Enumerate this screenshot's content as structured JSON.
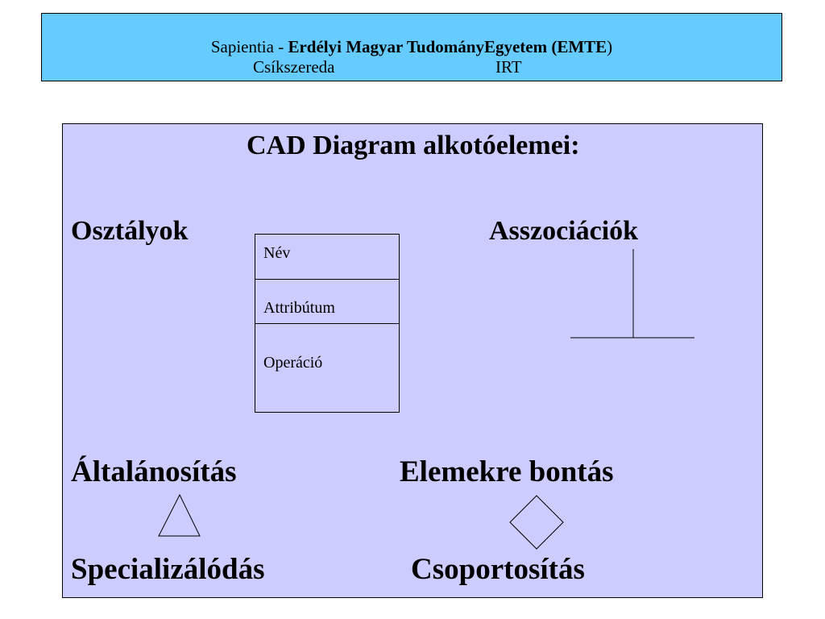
{
  "header": {
    "prefix": "Sapientia - ",
    "university": "Erdélyi Magyar TudományEgyetem  (EMTE",
    "suffix": ")",
    "city": "Csíkszereda",
    "department": "IRT"
  },
  "panel": {
    "title": "CAD Diagram alkotóelemei:",
    "classes_label": "Osztályok",
    "associations_label": "Asszociációk",
    "class_box": {
      "name": "Név",
      "attribute": "Attribútum",
      "operation": "Operáció"
    },
    "generalization_label": "Általánosítás",
    "decomposition_label": "Elemekre bontás",
    "specialization_label": "Specializálódás",
    "grouping_label": "Csoportosítás"
  },
  "colors": {
    "header_bg": "#66ccff",
    "panel_bg": "#ccccff",
    "border": "#000000"
  }
}
